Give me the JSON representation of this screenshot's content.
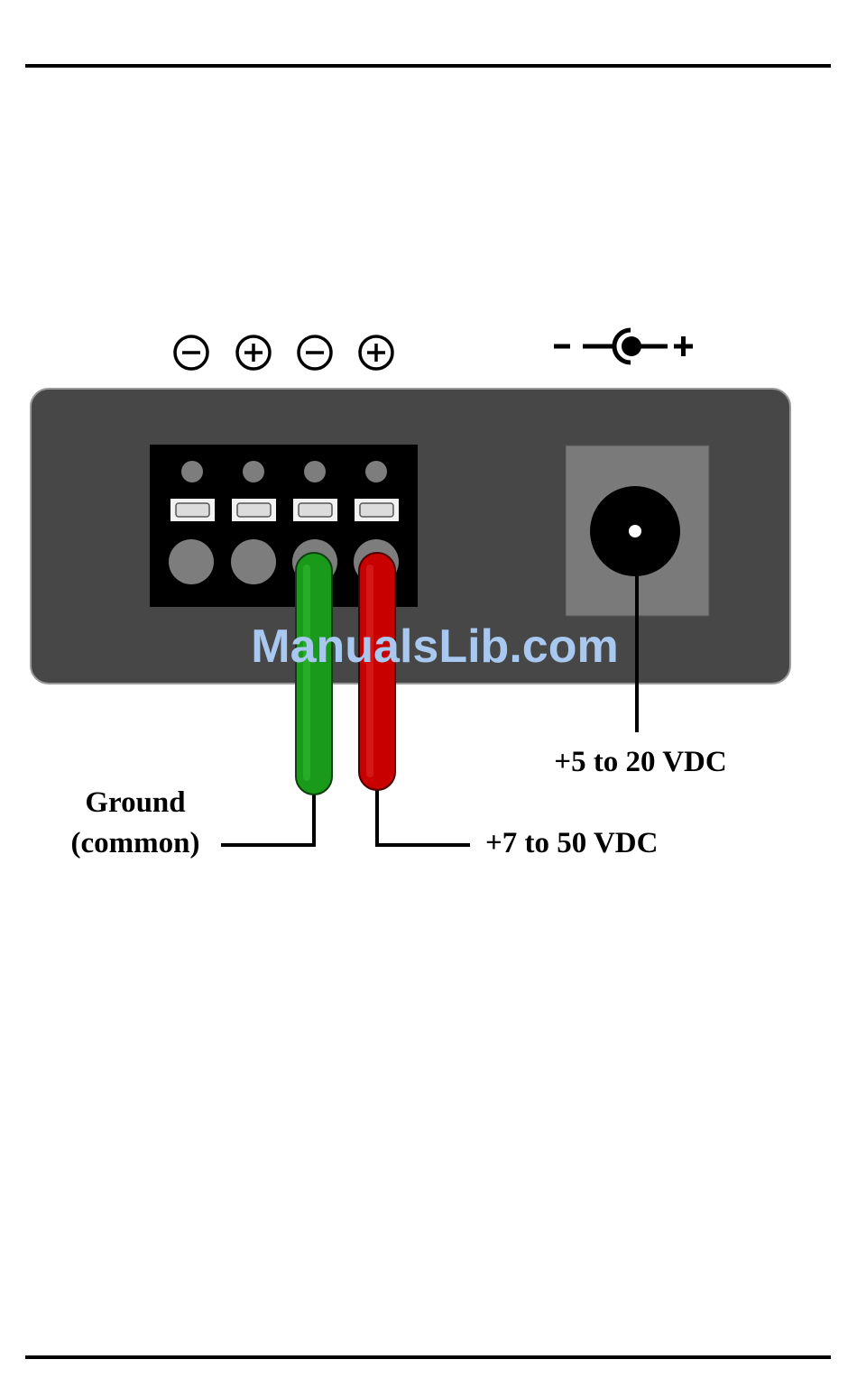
{
  "terminal_polarity": [
    "⊖",
    "⊕",
    "⊖",
    "⊕"
  ],
  "barrel_symbol": {
    "minus": "–",
    "plus": "+"
  },
  "labels": {
    "barrel_voltage": "+5 to 20 VDC",
    "ground_line1": "Ground",
    "ground_line2": "(common)",
    "terminal_voltage": "+7 to 50 VDC"
  },
  "watermark": "ManualsLib.com",
  "colors": {
    "housing": "#474747",
    "terminal_block": "#000000",
    "barrel_socket": "#7a7a7a",
    "ground_wire": "#1a9a1a",
    "power_wire": "#c80000"
  }
}
